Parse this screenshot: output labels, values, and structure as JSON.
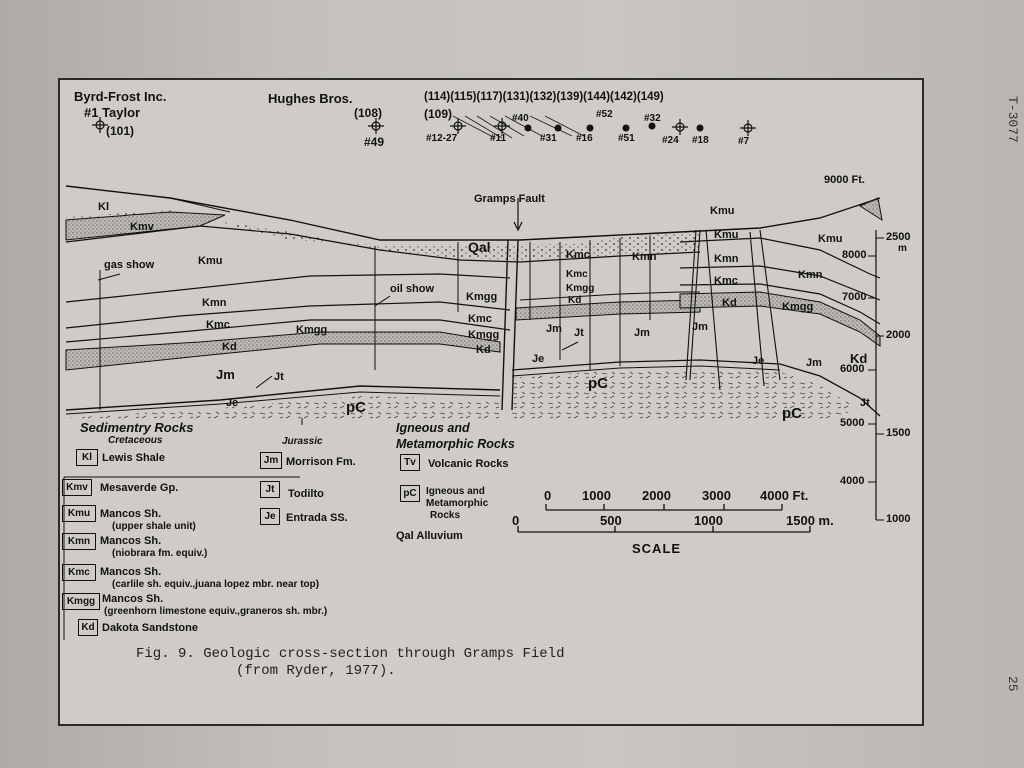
{
  "page": {
    "doc_id": "T-3077",
    "page_number": "25"
  },
  "header": {
    "company1": "Byrd-Frost Inc.",
    "well1": "#1 Taylor",
    "well1_num": "(101)",
    "company2": "Hughes Bros.",
    "well2_num": "(108)",
    "well2_id": "#49",
    "numbers_top": "(114)(115)(117)(131)(132)(139)(144)(142)(149)",
    "num_109": "(109)",
    "well_ids": [
      {
        "text": "#12-27"
      },
      {
        "text": "#11"
      },
      {
        "text": "#40"
      },
      {
        "text": "#31"
      },
      {
        "text": "#16"
      },
      {
        "text": "#52"
      },
      {
        "text": "#32"
      },
      {
        "text": "#51"
      },
      {
        "text": "#24"
      },
      {
        "text": "#18"
      },
      {
        "text": "#7"
      }
    ]
  },
  "section": {
    "fault_label": "Gramps Fault",
    "annotations": {
      "gas_show": "gas show",
      "oil_show": "oil show"
    },
    "units": {
      "kl": "Kl",
      "kmv": "Kmv",
      "kmu": "Kmu",
      "kmn": "Kmn",
      "kmc": "Kmc",
      "kmgg": "Kmgg",
      "kd": "Kd",
      "jm": "Jm",
      "jt": "Jt",
      "je": "Je",
      "pc": "pC",
      "qal": "Qal"
    },
    "depth_scale": {
      "top_label": "9000 Ft.",
      "ft_ticks": [
        "8000",
        "7000",
        "6000",
        "5000",
        "4000"
      ],
      "m_ticks": [
        "2500",
        "2000",
        "1500",
        "1000"
      ],
      "m_unit": "m"
    }
  },
  "legend": {
    "sed_title": "Sedimentry Rocks",
    "cretaceous": "Cretaceous",
    "jurassic": "Jurassic",
    "ign_title1": "Igneous and",
    "ign_title2": "Metamorphic Rocks",
    "items": [
      {
        "code": "Kl",
        "label": "Lewis Shale"
      },
      {
        "code": "Kmv",
        "label": "Mesaverde Gp."
      },
      {
        "code": "Kmu",
        "label": "Mancos Sh.",
        "sub": "(upper shale unit)"
      },
      {
        "code": "Kmn",
        "label": "Mancos Sh.",
        "sub": "(niobrara fm. equiv.)"
      },
      {
        "code": "Kmc",
        "label": "Mancos Sh.",
        "sub": "(carlile sh. equiv.,juana lopez mbr. near top)"
      },
      {
        "code": "Kmgg",
        "label": "Mancos Sh.",
        "sub": "(greenhorn limestone equiv.,graneros sh. mbr.)"
      },
      {
        "code": "Kd",
        "label": "Dakota Sandstone"
      }
    ],
    "jurassic_items": [
      {
        "code": "Jm",
        "label": "Morrison Fm."
      },
      {
        "code": "Jt",
        "label": "Todilto"
      },
      {
        "code": "Je",
        "label": "Entrada SS."
      }
    ],
    "igneous_items": [
      {
        "code": "Tv",
        "label": "Volcanic Rocks"
      },
      {
        "code": "pC",
        "label": "Igneous and",
        "sub1": "Metamorphic",
        "sub2": "Rocks"
      }
    ],
    "qal": "Qal Alluvium"
  },
  "scale_bar": {
    "ft_labels": [
      "0",
      "1000",
      "2000",
      "3000",
      "4000 Ft."
    ],
    "m_labels": [
      "0",
      "500",
      "1000",
      "1500 m."
    ],
    "title": "SCALE"
  },
  "caption": {
    "line1": "Fig. 9.  Geologic cross-section through Gramps Field",
    "line2": "(from Ryder, 1977)."
  },
  "colors": {
    "paper": "#cfccc7",
    "ink": "#111111"
  }
}
